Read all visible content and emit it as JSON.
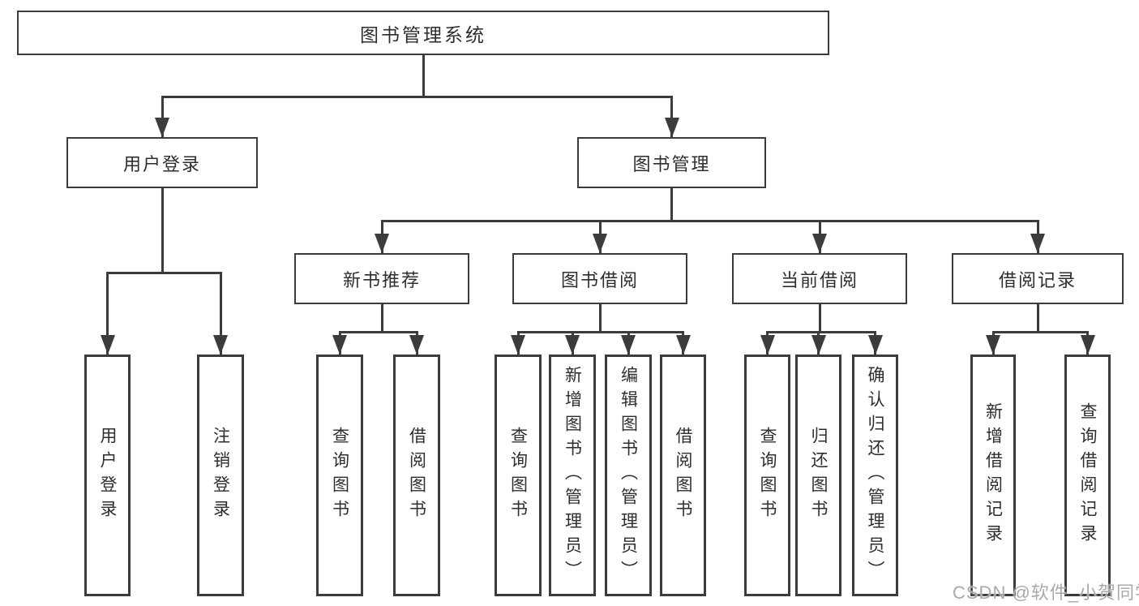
{
  "diagram": {
    "root": "图书管理系统",
    "level2": [
      "用户登录",
      "图书管理"
    ],
    "level3": [
      "新书推荐",
      "图书借阅",
      "当前借阅",
      "借阅记录"
    ],
    "leaves": {
      "login": [
        "用户登录",
        "注销登录"
      ],
      "recommend": [
        "查询图书",
        "借阅图书"
      ],
      "borrow": [
        "查询图书",
        "新增图书（管理员）",
        "编辑图书（管理员）",
        "借阅图书"
      ],
      "current": [
        "查询图书",
        "归还图书",
        "确认归还（管理员）"
      ],
      "records": [
        "新增借阅记录",
        "查询借阅记录"
      ]
    }
  },
  "watermark": {
    "text": "CSDN @软件_小贺同学"
  },
  "colors": {
    "line": "#3c3c3c",
    "text": "#2e2e2e",
    "watermark": "#a9a9a9",
    "background": "#ffffff"
  }
}
